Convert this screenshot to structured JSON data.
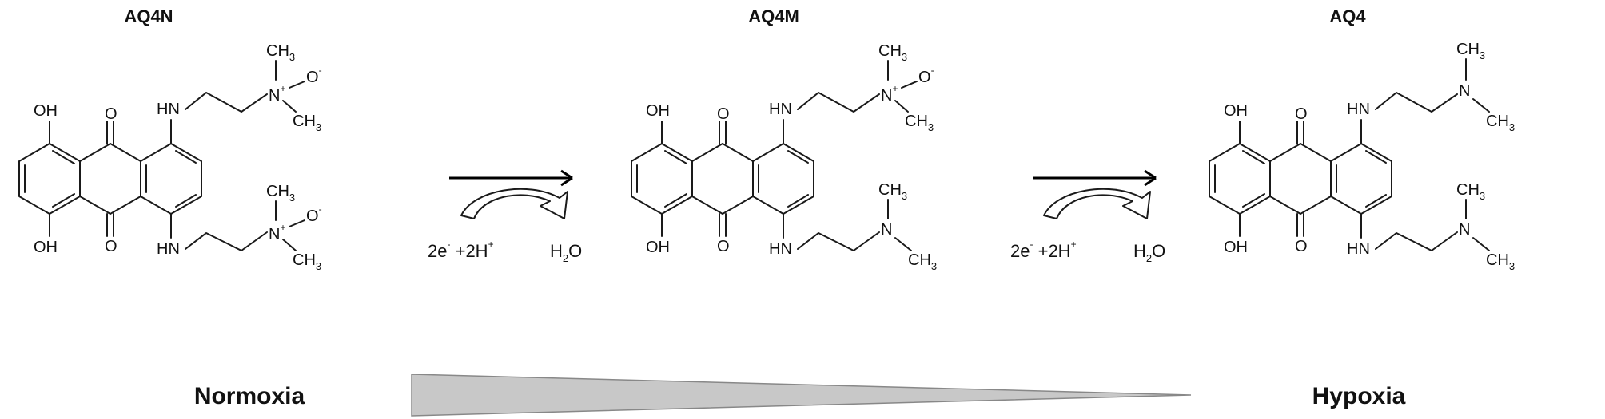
{
  "diagram": {
    "colors": {
      "ink": "#1a1a1a",
      "gradient_fill": "#c8c8c8",
      "gradient_stroke": "#888888"
    },
    "compounds": [
      {
        "name": "AQ4N"
      },
      {
        "name": "AQ4M"
      },
      {
        "name": "AQ4"
      }
    ],
    "atoms": {
      "hydroxyl": "OH",
      "oxygen": "O",
      "amine": "HN",
      "nitrogen": "N",
      "methyl": "CH",
      "methyl_subscript": "3",
      "charge_plus": "+",
      "oxide": "O",
      "charge_minus": "-"
    },
    "reactions": [
      {
        "reagent": "2e",
        "reagent_sup": "-",
        "reagent_mid": " +2H",
        "reagent_sup2": "+",
        "product_h": "H",
        "product_sub": "2",
        "product_o": "O"
      },
      {
        "reagent": "2e",
        "reagent_sup": "-",
        "reagent_mid": " +2H",
        "reagent_sup2": "+",
        "product_h": "H",
        "product_sub": "2",
        "product_o": "O"
      }
    ],
    "gradient": {
      "left_label": "Normoxia",
      "right_label": "Hypoxia"
    }
  }
}
